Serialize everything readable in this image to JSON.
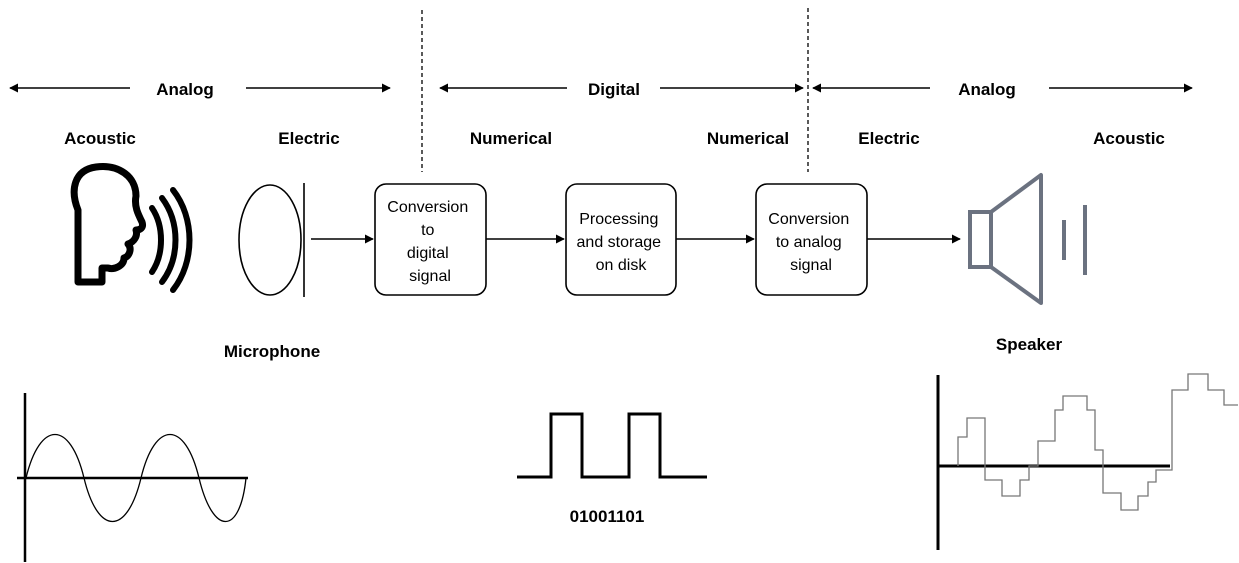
{
  "ranges": {
    "analog_left": "Analog",
    "digital": "Digital",
    "analog_right": "Analog"
  },
  "domains": {
    "acoustic_left": "Acoustic",
    "electric_left": "Electric",
    "numerical_left": "Numerical",
    "numerical_right": "Numerical",
    "electric_right": "Electric",
    "acoustic_right": "Acoustic"
  },
  "boxes": {
    "adc": [
      "Conversion",
      "to",
      "digital",
      "signal"
    ],
    "processing": [
      "Processing",
      "and storage",
      "on disk"
    ],
    "dac": [
      "Conversion",
      "to analog",
      "signal"
    ]
  },
  "devices": {
    "microphone": "Microphone",
    "speaker": "Speaker"
  },
  "signals": {
    "binary_code": "01001101",
    "digital_pulses": [
      0,
      1,
      0,
      1,
      0
    ]
  },
  "colors": {
    "ink": "#000000",
    "speaker": "#6b7280",
    "staircase": "#777777"
  },
  "icons": {
    "speaking_head": "speaking-head-icon",
    "microphone": "microphone-icon",
    "speaker": "speaker-icon"
  }
}
